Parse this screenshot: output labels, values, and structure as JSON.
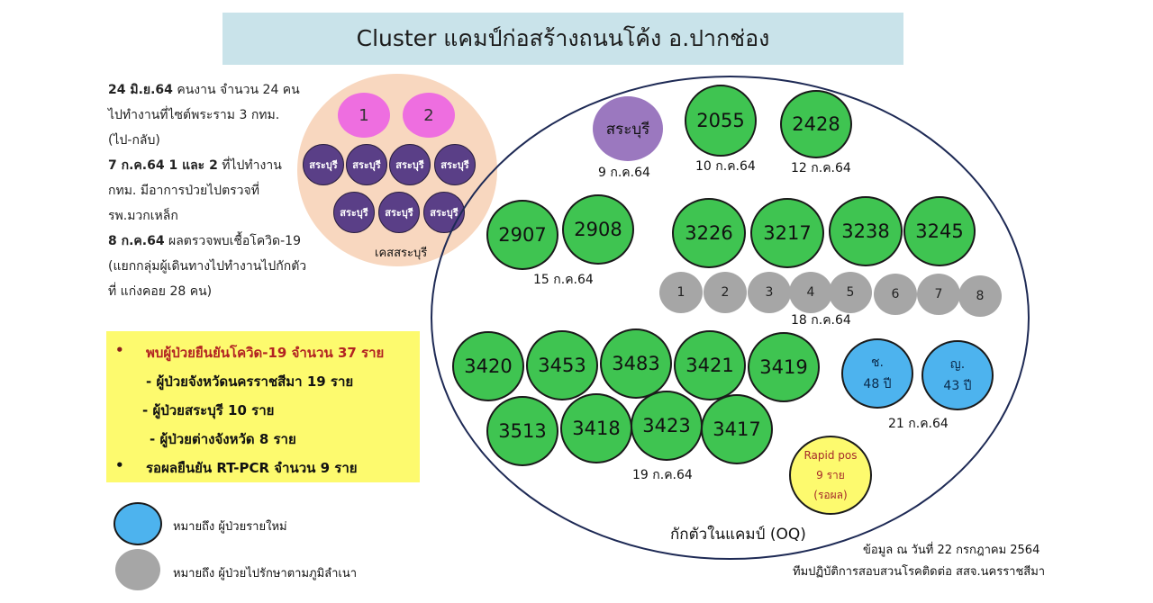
{
  "title": "Cluster แคมป์ก่อสร้างถนนโค้ง อ.ปากช่อง",
  "timeline": {
    "l1_date": "24 มิ.ย.64",
    "l1_text": " คนงาน จำนวน 24 คน",
    "l2": "ไปทำงานที่ไซต์พระราม 3 กทม.",
    "l3": "(ไป-กลับ)",
    "l4_date": "7 ก.ค.64",
    "l4_mid": "  1 และ 2",
    "l4_text": " ที่ไปทำงาน",
    "l5": "กทม. มีอาการป่วยไปตรวจที่",
    "l6": "รพ.มวกเหล็ก",
    "l7_date": "8 ก.ค.64",
    "l7_text": " ผลตรวจพบเชื้อโควิด-19",
    "l8": "(แยกกลุ่มผู้เดินทางไปทำงานไปกักตัว",
    "l9": "ที่ แก่งคอย 28 คน)"
  },
  "saraburi_cluster": {
    "label": "เคสสระบุรี",
    "index_cases": [
      "1",
      "2"
    ],
    "cases": [
      "สระบุรี",
      "สระบุรี",
      "สระบุรี",
      "สระบุรี",
      "สระบุรี",
      "สระบุรี",
      "สระบุรี"
    ]
  },
  "camp": {
    "label": "กักตัวในแคมป์ (OQ)",
    "group_9jul": {
      "case": "สระบุรี",
      "date": "9 ก.ค.64"
    },
    "group_10jul": {
      "case": "2055",
      "date": "10 ก.ค.64"
    },
    "group_12jul": {
      "case": "2428",
      "date": "12 ก.ค.64"
    },
    "group_15jul": {
      "cases": [
        "2907",
        "2908"
      ],
      "date": "15 ก.ค.64"
    },
    "group_18jul": {
      "cases": [
        "3226",
        "3217",
        "3238",
        "3245"
      ],
      "returned": [
        "1",
        "2",
        "3",
        "4",
        "5",
        "6",
        "7",
        "8"
      ],
      "date": "18 ก.ค.64"
    },
    "group_19jul": {
      "row1": [
        "3420",
        "3453",
        "3483",
        "3421",
        "3419"
      ],
      "row2": [
        "3513",
        "3418",
        "3423",
        "3417"
      ],
      "date": "19 ก.ค.64"
    },
    "group_21jul": {
      "new_cases": [
        {
          "sex": "ช.",
          "age": "48 ปี"
        },
        {
          "sex": "ญ.",
          "age": "43 ปี"
        }
      ],
      "date": "21 ก.ค.64"
    },
    "rapid": {
      "line1": "Rapid pos",
      "line2": "9 ราย",
      "line3": "(รอผล)"
    }
  },
  "summary": {
    "bullet1": "พบผู้ป่วยยืนยันโควิด-19 จำนวน 37 ราย",
    "sub1": "- ผู้ป่วยจังหวัดนครราชสีมา 19 ราย",
    "sub2": "- ผู้ป่วยสระบุรี 10 ราย",
    "sub3": "- ผู้ป่วยต่างจังหวัด 8 ราย",
    "bullet2": "รอผลยืนยัน RT-PCR จำนวน 9 ราย",
    "bullet_glyph": "•"
  },
  "legend": {
    "new_case": "หมายถึง  ผู้ป่วยรายใหม่",
    "returned": "หมายถึง  ผู้ป่วยไปรักษาตามภูมิลำเนา"
  },
  "footer": {
    "line1": "ข้อมูล ณ วันที่ 22 กรกฎาคม 2564",
    "line2": "ทีมปฏิบัติการสอบสวนโรคติดต่อ  สสจ.นครราชสีมา"
  },
  "colors": {
    "title_bg": "#c9e3ea",
    "green": "#3fc451",
    "grey": "#a6a6a6",
    "purple": "#5a3f87",
    "pink": "#ee6ee0",
    "blue": "#4db3ee",
    "yellow": "#fdfa6e",
    "peach": "#f8d7bf",
    "red_text": "#c0392b"
  }
}
